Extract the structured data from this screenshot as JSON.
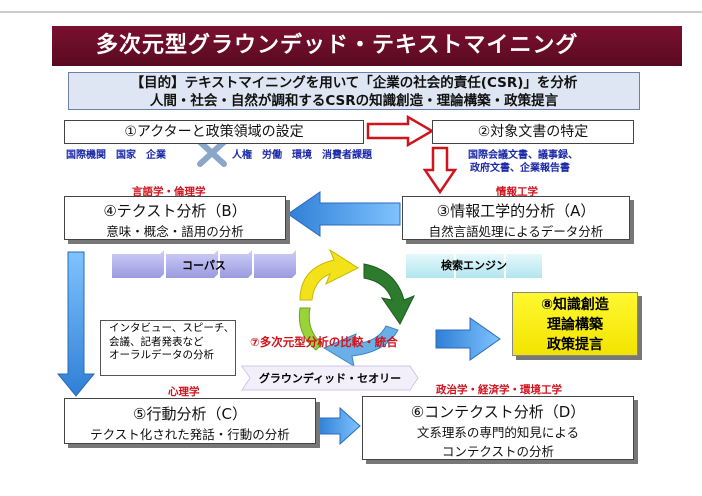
{
  "title": "多次元型グラウンデッド・テキストマイニング",
  "purpose": {
    "line1": "【目的】テキストマイニングを用いて「企業の社会的責任(CSR)」を分析",
    "line2": "人間・社会・自然が調和するCSRの知識創造・理論構築・政策提言"
  },
  "step1": {
    "label": "①アクターと政策領域の設定"
  },
  "step1_actors": {
    "left": "国際機関　国家　企業",
    "right": "人権　労働　環境　消費者課題"
  },
  "step2": {
    "label": "②対象文書の特定"
  },
  "step2_docs": {
    "line1": "国際会議文書、議事録、",
    "line2": "政府文書、企業報告書"
  },
  "step3": {
    "field": "情報工学",
    "label": "③情報工学的分析（A）",
    "sub": "自然言語処理によるデータ分析"
  },
  "step4": {
    "field": "言語学・倫理学",
    "label": "④テクスト分析（B）",
    "sub": "意味・概念・語用の分析"
  },
  "corpus": "コーパス",
  "search_engine": "検索エンジン",
  "step7": "⑦多次元型分析の比較・統合",
  "grounded_theory": "グラウンディッド・セオリー",
  "step8": {
    "line1": "⑧知識創造",
    "line2": "理論構築",
    "line3": "政策提言"
  },
  "interview": {
    "line1": "インタビュー、スピーチ、",
    "line2": "会議、記者発表など",
    "line3": "オーラルデータの分析"
  },
  "step5": {
    "field": "心理学",
    "label": "⑤行動分析（C）",
    "sub": "テクスト化された発話・行動の分析"
  },
  "step6": {
    "field": "政治学・経済学・環境工学",
    "label": "⑥コンテクスト分析（D）",
    "sub1": "文系理系の専門的知見による",
    "sub2": "コンテクストの分析"
  },
  "colors": {
    "title_bg": "#6b0f2a",
    "blue_arrow": "#3a8ee0",
    "red_arrow": "#d0141e",
    "corpus_band": "#b3b3ee",
    "search_band": "#c9eef5",
    "insight_bg": "#f7ee10"
  }
}
